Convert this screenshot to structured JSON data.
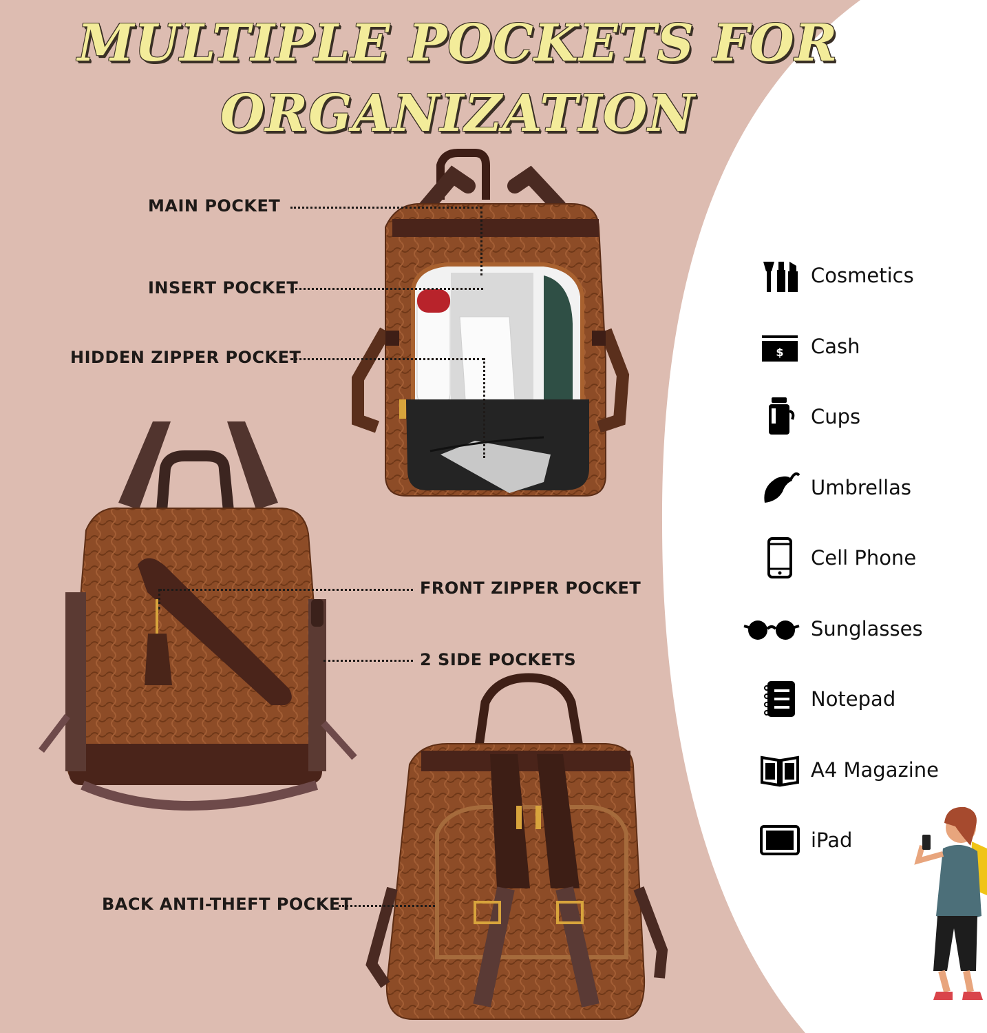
{
  "headline": {
    "line1": "MULTIPLE POCKETS FOR",
    "line2": "ORGANIZATION"
  },
  "callouts": {
    "main_pocket": "MAIN POCKET",
    "insert_pocket": "INSERT POCKET",
    "hidden_zipper_pocket": "HIDDEN ZIPPER POCKET",
    "front_zipper_pocket": "FRONT ZIPPER POCKET",
    "side_pockets": "2 SIDE POCKETS",
    "back_anti_theft_pocket": "BACK ANTI-THEFT POCKET"
  },
  "items": [
    {
      "label": "Cosmetics",
      "icon": "cosmetics-icon"
    },
    {
      "label": "Cash",
      "icon": "cash-icon"
    },
    {
      "label": "Cups",
      "icon": "cup-icon"
    },
    {
      "label": "Umbrellas",
      "icon": "umbrella-icon"
    },
    {
      "label": "Cell Phone",
      "icon": "cell-phone-icon"
    },
    {
      "label": "Sunglasses",
      "icon": "sunglasses-icon"
    },
    {
      "label": "Notepad",
      "icon": "notepad-icon"
    },
    {
      "label": "A4 Magazine",
      "icon": "magazine-icon"
    },
    {
      "label": "iPad",
      "icon": "ipad-icon"
    }
  ],
  "cash_icon_symbol": "$",
  "colors": {
    "background": "#ddbcb1",
    "panel": "#ffffff",
    "headline": "#f3ec9a",
    "leather": "#8a4a26",
    "leather_dark": "#4a241a"
  }
}
